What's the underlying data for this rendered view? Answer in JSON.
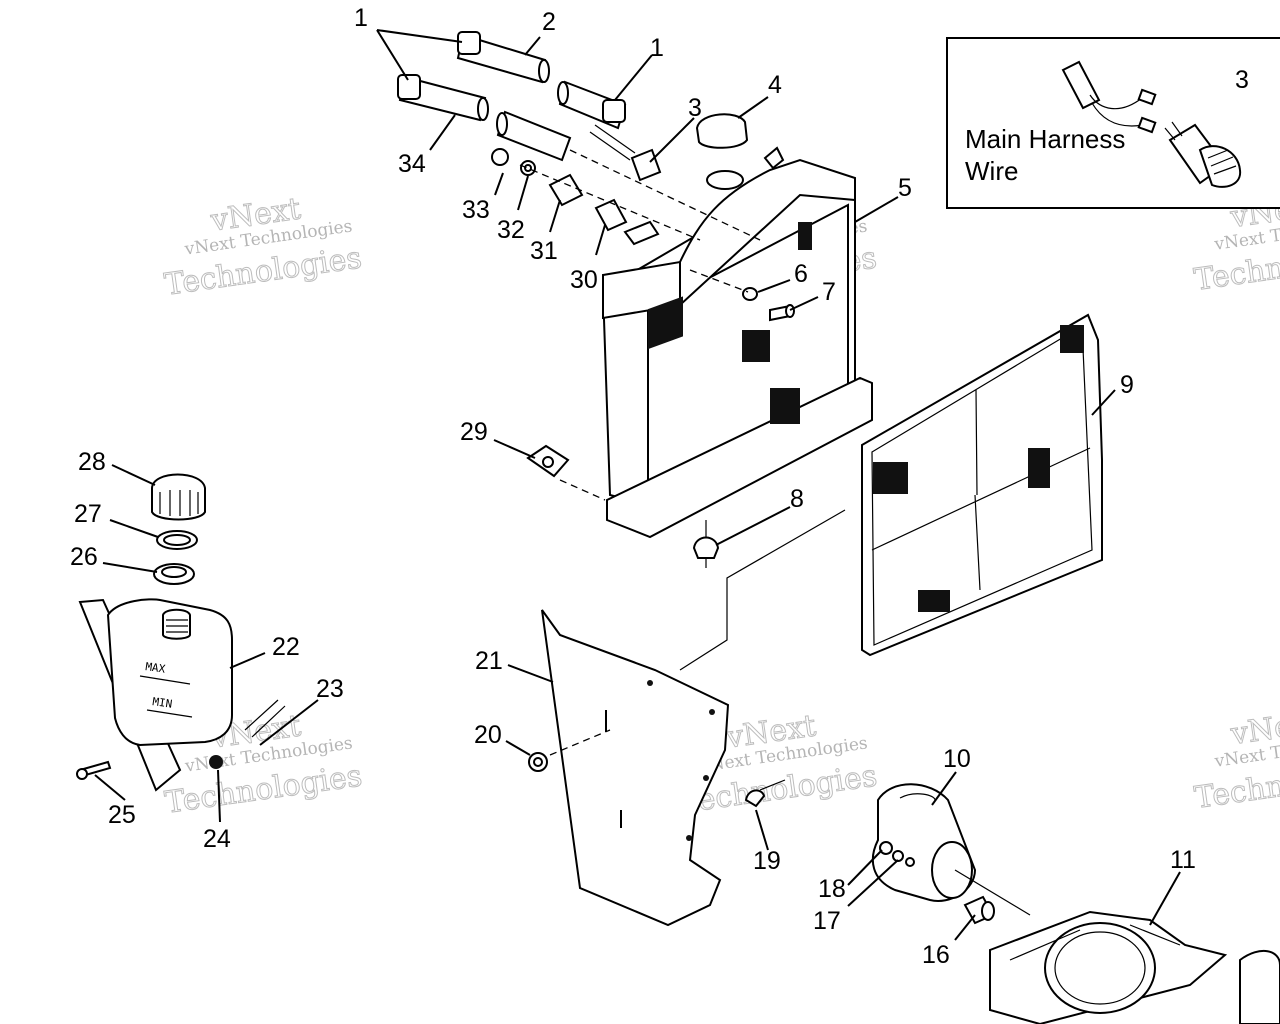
{
  "callouts": [
    {
      "id": "c1a",
      "label": "1"
    },
    {
      "id": "c2",
      "label": "2"
    },
    {
      "id": "c1b",
      "label": "1"
    },
    {
      "id": "c4",
      "label": "4"
    },
    {
      "id": "c3a",
      "label": "3"
    },
    {
      "id": "c5",
      "label": "5"
    },
    {
      "id": "c34",
      "label": "34"
    },
    {
      "id": "c33",
      "label": "33"
    },
    {
      "id": "c32",
      "label": "32"
    },
    {
      "id": "c31",
      "label": "31"
    },
    {
      "id": "c30",
      "label": "30"
    },
    {
      "id": "c6",
      "label": "6"
    },
    {
      "id": "c7",
      "label": "7"
    },
    {
      "id": "c9",
      "label": "9"
    },
    {
      "id": "c29",
      "label": "29"
    },
    {
      "id": "c8",
      "label": "8"
    },
    {
      "id": "c28",
      "label": "28"
    },
    {
      "id": "c27",
      "label": "27"
    },
    {
      "id": "c26",
      "label": "26"
    },
    {
      "id": "c22",
      "label": "22"
    },
    {
      "id": "c23",
      "label": "23"
    },
    {
      "id": "c21",
      "label": "21"
    },
    {
      "id": "c20",
      "label": "20"
    },
    {
      "id": "c25",
      "label": "25"
    },
    {
      "id": "c24",
      "label": "24"
    },
    {
      "id": "c10",
      "label": "10"
    },
    {
      "id": "c19",
      "label": "19"
    },
    {
      "id": "c18",
      "label": "18"
    },
    {
      "id": "c17",
      "label": "17"
    },
    {
      "id": "c11",
      "label": "11"
    },
    {
      "id": "c16",
      "label": "16"
    },
    {
      "id": "c3b",
      "label": "3"
    }
  ],
  "inset": {
    "line1": "Main Harness",
    "line2": "Wire"
  },
  "tank_marks": {
    "max": "MAX",
    "min": "MIN"
  },
  "watermark": {
    "line1": "vNext",
    "line2": "vNext Technologies",
    "line3": "Technologies"
  }
}
